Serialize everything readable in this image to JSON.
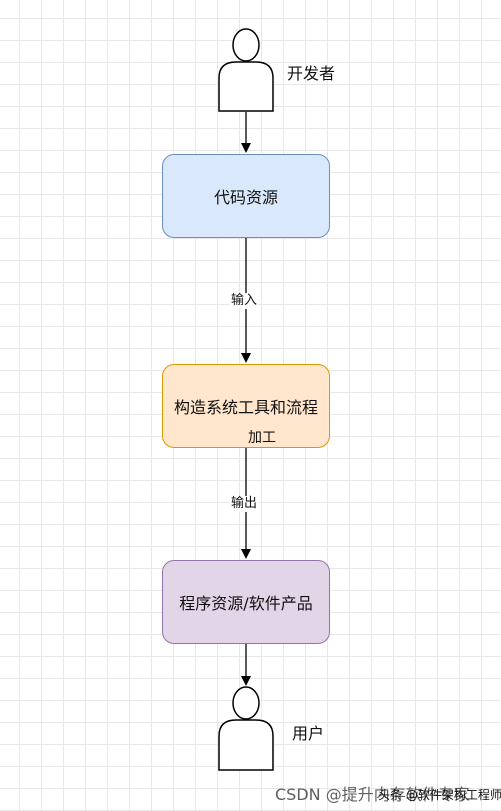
{
  "actors": {
    "developer": {
      "label": "开发者"
    },
    "user": {
      "label": "用户"
    }
  },
  "nodes": {
    "code_resources": {
      "label": "代码资源",
      "fill": "#dae8fc",
      "stroke": "#6c8ebf"
    },
    "build_system": {
      "label": "构造系统工具和流程",
      "sublabel": "加工",
      "fill": "#ffe6cc",
      "stroke": "#d79b00"
    },
    "program_product": {
      "label": "程序资源/软件产品",
      "fill": "#e1d5e7",
      "stroke": "#9673a6"
    }
  },
  "edges": {
    "input_label": "输入",
    "output_label": "输出"
  },
  "watermark": {
    "text": "CSDN @提升内存软件专家",
    "sub": "头条 @软件架构工程师"
  }
}
